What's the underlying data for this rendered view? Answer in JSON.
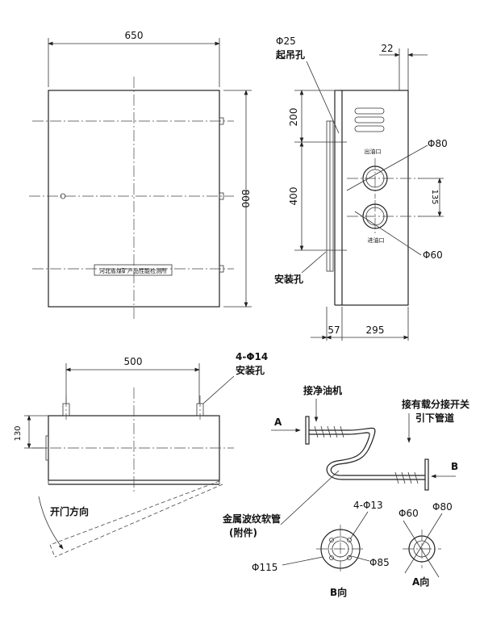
{
  "front_view": {
    "width_dim": "650",
    "height_dim": "800",
    "nameplate": "河北省煤矿产品性能检测所"
  },
  "side_view": {
    "hole_label": "Φ25",
    "hole_name": "起吊孔",
    "top_dim": "22",
    "dim_200": "200",
    "dim_400": "400",
    "dim_135": "135",
    "dim_57": "57",
    "dim_295": "295",
    "outlet_label": "Φ80",
    "outlet_name": "出油口",
    "inlet_label": "Φ60",
    "inlet_name": "进油口",
    "mount_name": "安装孔"
  },
  "top_view": {
    "width_dim": "500",
    "hole_label": "4-Φ14",
    "hole_name": "安装孔",
    "height_dim": "130",
    "door_dir": "开门方向"
  },
  "piping": {
    "purifier": "接净油机",
    "switch_line1": "接有载分接开关",
    "switch_line2": "引下管道",
    "hose_line1": "金属波纹软管",
    "hose_line2": "(附件)",
    "label_a": "A",
    "label_b": "B",
    "b_holes": "4-Φ13",
    "b_outer": "Φ115",
    "b_inner": "Φ85",
    "b_title": "B向",
    "a_d1": "Φ60",
    "a_d2": "Φ80",
    "a_title": "A向"
  }
}
